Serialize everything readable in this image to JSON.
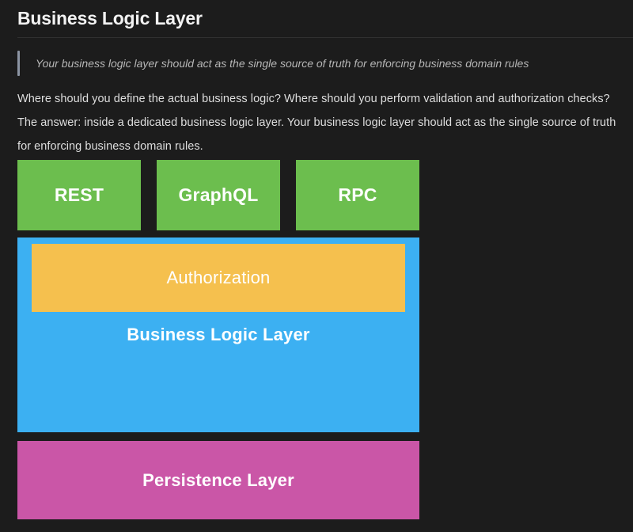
{
  "header": {
    "title": "Business Logic Layer"
  },
  "blockquote": {
    "text": "Your business logic layer should act as the single source of truth for enforcing business domain rules"
  },
  "body": {
    "paragraph": "Where should you define the actual business logic? Where should you perform validation and authorization checks? The answer: inside a dedicated business logic layer. Your business logic layer should act as the single source of truth for enforcing business domain rules."
  },
  "diagram": {
    "api_layer": [
      {
        "label": "REST"
      },
      {
        "label": "GraphQL"
      },
      {
        "label": "RPC"
      }
    ],
    "business_logic": {
      "label": "Business Logic Layer",
      "authorization_label": "Authorization"
    },
    "persistence": {
      "label": "Persistence Layer"
    }
  },
  "colors": {
    "background": "#1c1c1c",
    "api_box": "#6cbe4e",
    "business_logic_box": "#3cb0f2",
    "authorization_box": "#f5c04e",
    "persistence_box": "#ca56a7",
    "title_text": "#f2f2f2",
    "body_text": "#dedede",
    "quote_text": "#b6b6b6",
    "quote_bar": "#8b94a3",
    "divider": "#313131"
  }
}
